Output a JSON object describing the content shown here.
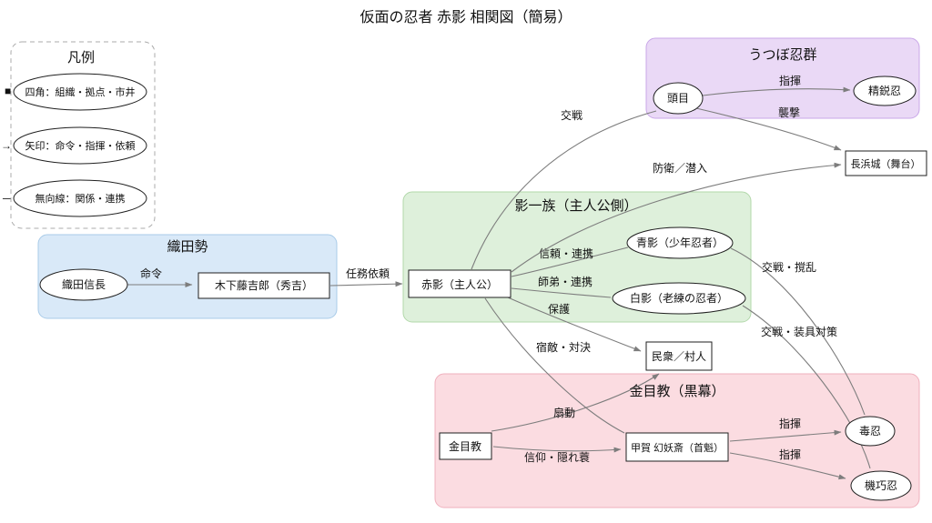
{
  "title": "仮面の忍者 赤影 相関図（簡易）",
  "legend": {
    "title": "凡例",
    "items": [
      {
        "marker": "■",
        "label": "四角：組織・拠点・市井"
      },
      {
        "marker": "→",
        "label": "矢印：命令・指揮・依頼"
      },
      {
        "marker": "─",
        "label": "無向線：関係・連携"
      }
    ]
  },
  "clusters": {
    "oda": {
      "label": "織田勢",
      "fill": "#d9e9f8"
    },
    "kage": {
      "label": "影一族（主人公側）",
      "fill": "#def0db"
    },
    "utsubo": {
      "label": "うつぼ忍群",
      "fill": "#ead9f6"
    },
    "kinme": {
      "label": "金目教（黒幕）",
      "fill": "#fbdce1"
    }
  },
  "nodes": {
    "nobunaga": {
      "label": "織田信長",
      "shape": "ellipse"
    },
    "kinoshita": {
      "label": "木下藤吉郎（秀吉）",
      "shape": "box"
    },
    "akakage": {
      "label": "赤影（主人公）",
      "shape": "box"
    },
    "aokage": {
      "label": "青影（少年忍者）",
      "shape": "ellipse"
    },
    "shirokage": {
      "label": "白影（老練の忍者）",
      "shape": "ellipse"
    },
    "tomoku": {
      "label": "頭目",
      "shape": "ellipse"
    },
    "seieinin": {
      "label": "精鋭忍",
      "shape": "ellipse"
    },
    "nagahama": {
      "label": "長浜城（舞台）",
      "shape": "box",
      "fill": "#d7ecf6"
    },
    "minshu": {
      "label": "民衆／村人",
      "shape": "box",
      "fill": "#fbf6d4"
    },
    "kinmekyo": {
      "label": "金目教",
      "shape": "box"
    },
    "genyosai": {
      "label": "甲賀 幻妖斎（首魁）",
      "shape": "box"
    },
    "dokunin": {
      "label": "毒忍",
      "shape": "ellipse"
    },
    "kikonin": {
      "label": "機巧忍",
      "shape": "ellipse"
    }
  },
  "edges": {
    "meirei": {
      "label": "命令",
      "directed": true
    },
    "ninmu": {
      "label": "任務依頼",
      "directed": true
    },
    "shinrai": {
      "label": "信頼・連携",
      "directed": false
    },
    "shitei": {
      "label": "師弟・連携",
      "directed": false
    },
    "hogo": {
      "label": "保護",
      "directed": true
    },
    "shukuteki": {
      "label": "宿敵・対決",
      "directed": false
    },
    "boei": {
      "label": "防衛／潜入",
      "directed": true
    },
    "kosen": {
      "label": "交戦",
      "directed": false
    },
    "shiki_seiei": {
      "label": "指揮",
      "directed": true
    },
    "shugeki": {
      "label": "襲撃",
      "directed": true
    },
    "kakuran": {
      "label": "交戦・撹乱",
      "directed": false
    },
    "sogu": {
      "label": "交戦・装具対策",
      "directed": false
    },
    "sendo": {
      "label": "扇動",
      "directed": true
    },
    "shinko": {
      "label": "信仰・隠れ蓑",
      "directed": true
    },
    "shiki_doku": {
      "label": "指揮",
      "directed": true
    },
    "shiki_kiko": {
      "label": "指揮",
      "directed": true
    }
  },
  "colors": {
    "edge": "#7d7d7d",
    "node_stroke": "#1f1f1f",
    "nagahama_fill": "#d7ecf6",
    "minshu_fill": "#fbf6d4"
  }
}
